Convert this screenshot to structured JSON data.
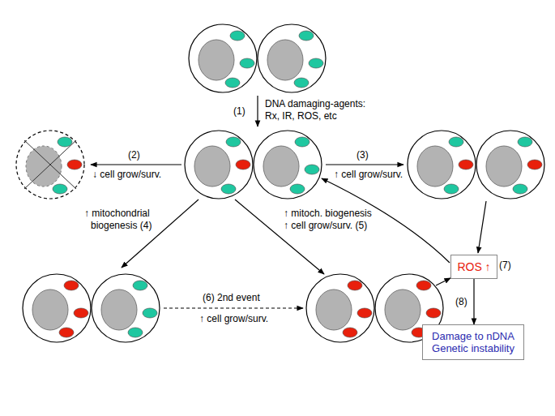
{
  "diagram": {
    "nodes": [
      {
        "text": [
          "ROS ↑"
        ]
      },
      {
        "text": [
          "Damage to nDNA Genetic instability"
        ]
      }
    ],
    "edges": [
      {
        "from": 0,
        "to": 1,
        "arrow": "to",
        "label": "(8)"
      }
    ],
    "labels": [
      "(1)",
      "DNA damaging-agents:",
      "Rx, IR, ROS, etc",
      "(2)",
      "↓ cell grow/surv.",
      "(3)",
      "↑ cell grow/surv.",
      "↑ mitochondrial",
      "biogenesis (4)",
      "↑ mitoch. biogenesis",
      "↑ cell grow/surv. (5)",
      "(6) 2nd event",
      "↑ cell grow/surv.",
      "(7)"
    ]
  }
}
